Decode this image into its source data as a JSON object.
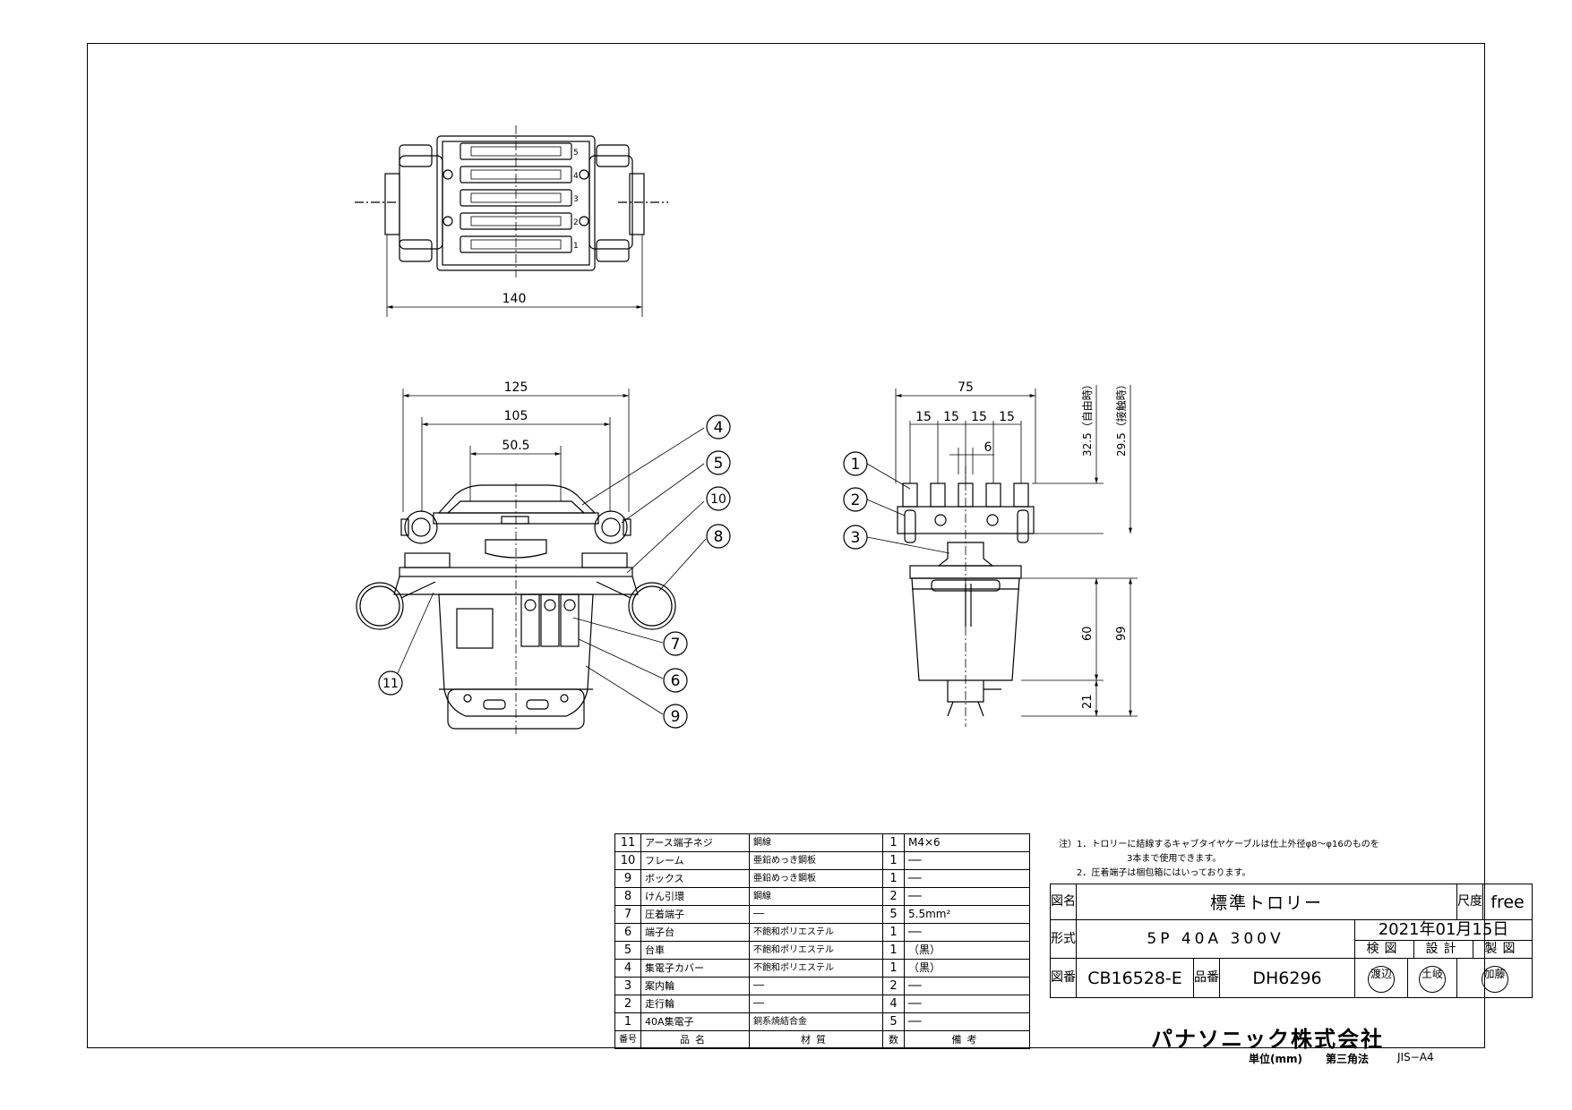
{
  "dimensions": {
    "top_width": "140",
    "front_125": "125",
    "front_105": "105",
    "front_50_5": "50.5",
    "side_75": "75",
    "side_15a": "15",
    "side_15b": "15",
    "side_15c": "15",
    "side_15d": "15",
    "side_6": "6",
    "side_32_5": "32.5（自由時）",
    "side_29_5": "29.5（接触時）",
    "side_60": "60",
    "side_99": "99",
    "side_21": "21"
  },
  "top_view_numbers": [
    "5",
    "4",
    "3",
    "2",
    "1"
  ],
  "balloons": {
    "b1": "1",
    "b2": "2",
    "b3": "3",
    "b4": "4",
    "b5": "5",
    "b6": "6",
    "b7": "7",
    "b8": "8",
    "b9": "9",
    "b10": "10",
    "b11": "11"
  },
  "parts": [
    {
      "no": "11",
      "name": "アース端子ネジ",
      "material": "鋼線",
      "qty": "1",
      "remark": "M4×6"
    },
    {
      "no": "10",
      "name": "フレーム",
      "material": "亜鉛めっき鋼板",
      "qty": "1",
      "remark": "──"
    },
    {
      "no": "9",
      "name": "ボックス",
      "material": "亜鉛めっき鋼板",
      "qty": "1",
      "remark": "──"
    },
    {
      "no": "8",
      "name": "けん引環",
      "material": "鋼線",
      "qty": "2",
      "remark": "──"
    },
    {
      "no": "7",
      "name": "圧着端子",
      "material": "──",
      "qty": "5",
      "remark": "5.5mm²"
    },
    {
      "no": "6",
      "name": "端子台",
      "material": "不飽和ポリエステル",
      "qty": "1",
      "remark": "──"
    },
    {
      "no": "5",
      "name": "台車",
      "material": "不飽和ポリエステル",
      "qty": "1",
      "remark": "（黒）"
    },
    {
      "no": "4",
      "name": "集電子カバー",
      "material": "不飽和ポリエステル",
      "qty": "1",
      "remark": "（黒）"
    },
    {
      "no": "3",
      "name": "案内輪",
      "material": "──",
      "qty": "2",
      "remark": "──"
    },
    {
      "no": "2",
      "name": "走行輪",
      "material": "──",
      "qty": "4",
      "remark": "──"
    },
    {
      "no": "1",
      "name": "40A集電子",
      "material": "銅系焼結合金",
      "qty": "5",
      "remark": "──"
    }
  ],
  "parts_header": {
    "no": "番号",
    "name": "品名",
    "material": "材質",
    "qty": "数",
    "remark": "備考"
  },
  "notes": {
    "line1": "注）1．トロリーに結線するキャブタイヤケーブルは仕上外径φ8～φ16のものを",
    "line2": "3本まで使用できます。",
    "line3": "2．圧着端子は梱包箱にはいっております。"
  },
  "title_block": {
    "label_name": "図名",
    "name": "標準トロリー",
    "label_scale": "尺度",
    "scale": "free",
    "label_type": "形式",
    "type": "5P 40A 300V",
    "date": "2021年01月15日",
    "label_check": "検図",
    "label_design": "設計",
    "label_draw": "製図",
    "label_drawing_no": "図番",
    "drawing_no": "CB16528-E",
    "label_part_no": "品番",
    "part_no": "DH6296",
    "stamp_check": "渡辺",
    "stamp_design": "土岐",
    "stamp_draw": "加藤"
  },
  "company": "パナソニック株式会社",
  "footer": {
    "unit": "単位(mm)",
    "projection": "第三角法",
    "paper": "JIS−A4"
  }
}
